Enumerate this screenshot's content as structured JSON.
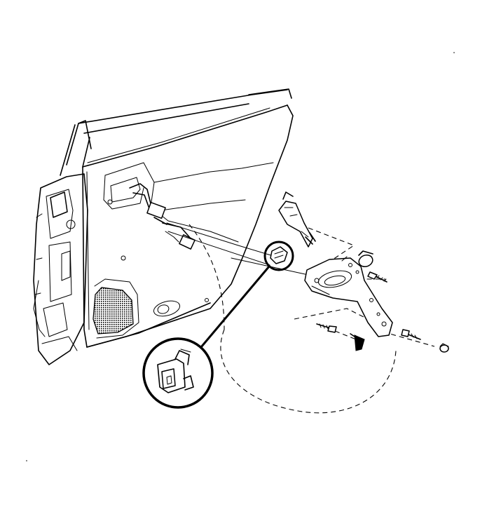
{
  "figure": {
    "components": [
      {
        "id": "rear-door-trim-panel",
        "icon": "door-trim-panel-icon"
      },
      {
        "id": "door-speaker-grille",
        "icon": "speaker-grille-icon"
      },
      {
        "id": "wiring-harness-connector",
        "icon": "electrical-connector-icon"
      },
      {
        "id": "door-handle-bezel-bracket",
        "icon": "handle-bezel-icon"
      },
      {
        "id": "trim-panel-retainer-clip",
        "icon": "retainer-clip-icon"
      },
      {
        "id": "mounting-screw",
        "icon": "screw-icon"
      },
      {
        "id": "screw-cover-cap",
        "icon": "cap-icon"
      },
      {
        "id": "connector-detail-callout",
        "icon": "magnifier-callout-icon"
      }
    ],
    "stroke_color": "#000000",
    "background_color": "#ffffff"
  }
}
